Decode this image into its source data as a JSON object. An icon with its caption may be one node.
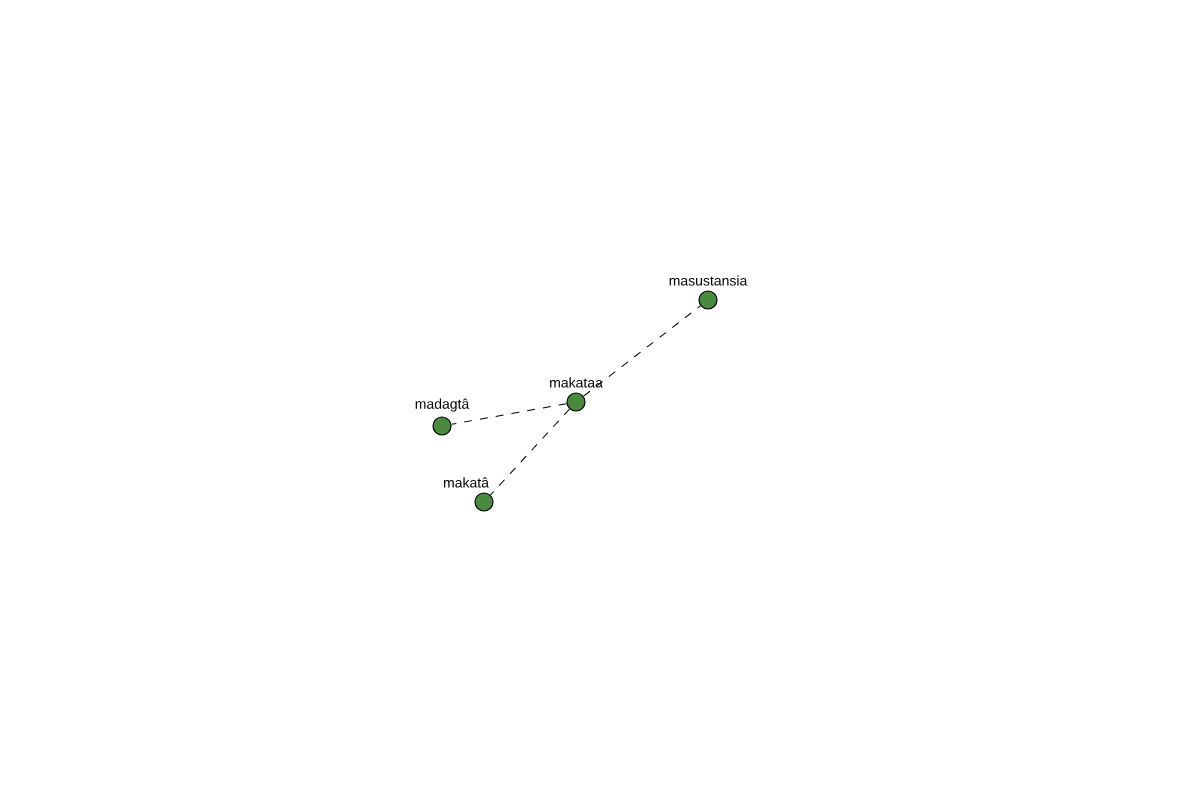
{
  "diagram": {
    "nodes": [
      {
        "text": [
          "masustansia"
        ]
      },
      {
        "text": [
          "makataa"
        ]
      },
      {
        "text": [
          "madagtâ"
        ]
      },
      {
        "text": [
          "makatâ"
        ]
      }
    ],
    "edges": [
      {
        "from": 1,
        "to": 0,
        "arrow": "none",
        "style": "dashed"
      },
      {
        "from": 1,
        "to": 2,
        "arrow": "none",
        "style": "dashed"
      },
      {
        "from": 1,
        "to": 3,
        "arrow": "none",
        "style": "dashed"
      }
    ]
  }
}
